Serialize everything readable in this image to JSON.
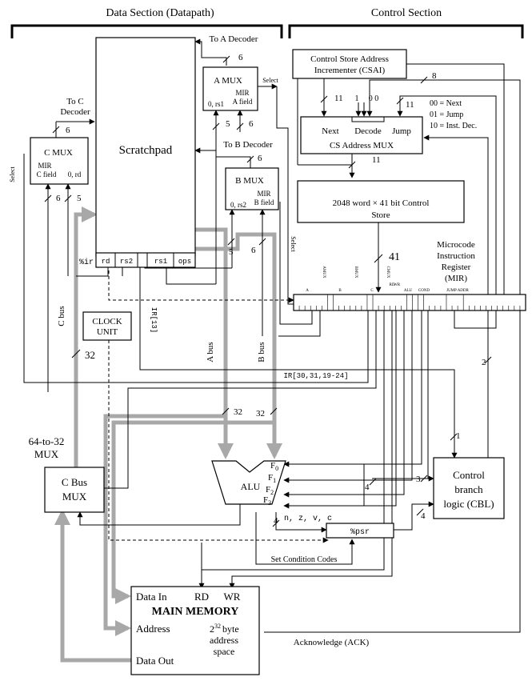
{
  "headers": {
    "data_section": "Data Section (Datapath)",
    "control_section": "Control Section"
  },
  "labels": {
    "to_a_decoder": "To A Decoder",
    "to_c_decoder_1": "To C",
    "to_c_decoder_2": "Decoder",
    "to_b_decoder": "To B Decoder",
    "scratchpad": "Scratchpad",
    "c_mux": "C MUX",
    "c_mux_mir": "MIR",
    "c_mux_field": "C field",
    "c_mux_rd": "0, rd",
    "a_mux": "A MUX",
    "a_mux_mir": "MIR",
    "a_mux_field": "A field",
    "a_mux_rs1": "0, rs1",
    "b_mux": "B MUX",
    "b_mux_mir": "MIR",
    "b_mux_field": "B field",
    "b_mux_rs2": "0, rs2",
    "select": "Select",
    "ir": "%ir",
    "ir_rd": "rd",
    "ir_rs2": "rs2",
    "ir_rs1": "rs1",
    "ir_ops": "ops",
    "clock_1": "CLOCK",
    "clock_2": "UNIT",
    "ir13": "IR[13]",
    "c_bus": "C bus",
    "a_bus": "A bus",
    "b_bus": "B bus",
    "ir_fields": "IR[30,31,19-24]",
    "csai_1": "Control Store Address",
    "csai_2": "Incrementer (CSAI)",
    "next": "Next",
    "decode": "Decode",
    "jump": "Jump",
    "cs_mux": "CS Address MUX",
    "code_next": "00 = Next",
    "code_jump": "01 = Jump",
    "code_dec": "10 = Inst. Dec.",
    "one": "1",
    "zero_zero": "0 0",
    "cs_1": "2048 word × 41 bit Control",
    "cs_2": "Store",
    "mir_1": "Microcode",
    "mir_2": "Instruction",
    "mir_3": "Register",
    "mir_4": "(MIR)",
    "mir_f_a": "A",
    "mir_f_amux": "AMUX",
    "mir_f_b": "B",
    "mir_f_bmux": "BMUX",
    "mir_f_c": "C",
    "mir_f_cmux": "CMUX",
    "mir_f_rd": "RD",
    "mir_f_wr": "WR",
    "mir_f_alu": "ALU",
    "mir_f_cond": "COND",
    "mir_f_jump": "JUMP ADDR",
    "mux64_1": "64-to-32",
    "mux64_2": "MUX",
    "cbus_mux_1": "C Bus",
    "cbus_mux_2": "MUX",
    "alu": "ALU",
    "f0": "F",
    "f0_sub": "0",
    "f1": "F",
    "f1_sub": "1",
    "f2": "F",
    "f2_sub": "2",
    "f3": "F",
    "f3_sub": "3",
    "nzvc": "n, z, v, c",
    "psr": "%psr",
    "set_cc": "Set Condition Codes",
    "cbl_1": "Control",
    "cbl_2": "branch",
    "cbl_3": "logic (CBL)",
    "mm_data_in": "Data In",
    "mm_rd": "RD",
    "mm_wr": "WR",
    "mm_title": "MAIN MEMORY",
    "mm_address": "Address",
    "mm_data_out": "Data Out",
    "mm_space_1": "2",
    "mm_space_exp": "32",
    "mm_space_2": "byte",
    "mm_space_3": "address",
    "mm_space_4": "space",
    "ack": "Acknowledge (ACK)"
  },
  "widths": {
    "w6_a": "6",
    "w6_c": "6",
    "w5_c": "5",
    "w6_c2": "6",
    "w5_a": "5",
    "w6_a2": "6",
    "w6_b": "6",
    "w5_b": "5",
    "w6_b2": "6",
    "w11_a": "11",
    "w11_b": "11",
    "w11_c": "11",
    "w8": "8",
    "w41": "41",
    "w32_c": "32",
    "w32_a": "32",
    "w32_b": "32",
    "w4_alu": "4",
    "w4_nzvc": "4",
    "w4_cbl": "4",
    "w3_cbl": "3",
    "w2": "2",
    "w1": "1"
  }
}
